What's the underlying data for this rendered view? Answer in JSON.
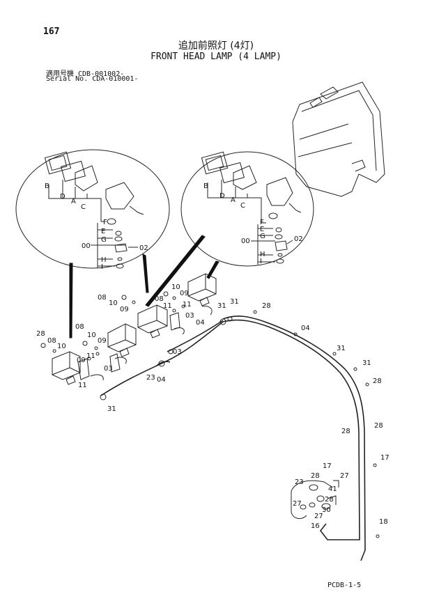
{
  "page_number": "167",
  "title_jp": "追加前照灯 (4灯)",
  "title_en": "FRONT HEAD LAMP (4 LAMP)",
  "serial_line_1": "適用号機  CDB-001002-",
  "serial_line_2": "Serial No. CDA-010001-",
  "drawing_code": "PCDB-1-5",
  "callouts": {
    "detail_left": [
      "B",
      "D",
      "A",
      "C",
      "F",
      "E",
      "00",
      "G",
      "02",
      "H",
      "I"
    ],
    "detail_right": [
      "B",
      "D",
      "A",
      "C",
      "F",
      "E",
      "G",
      "00",
      "02",
      "H",
      "I"
    ],
    "parts": [
      "08",
      "10",
      "09",
      "08",
      "10",
      "11",
      "09",
      "11",
      "03",
      "04",
      "31",
      "31",
      "28",
      "08",
      "10",
      "09",
      "11",
      "03",
      "04",
      "28",
      "08",
      "10",
      "09",
      "11",
      "03",
      "04",
      "31",
      "31",
      "31",
      "28",
      "28",
      "28",
      "17",
      "17",
      "28",
      "27",
      "23",
      "41",
      "27",
      "27",
      "30",
      "16",
      "18",
      "23",
      "28"
    ]
  }
}
